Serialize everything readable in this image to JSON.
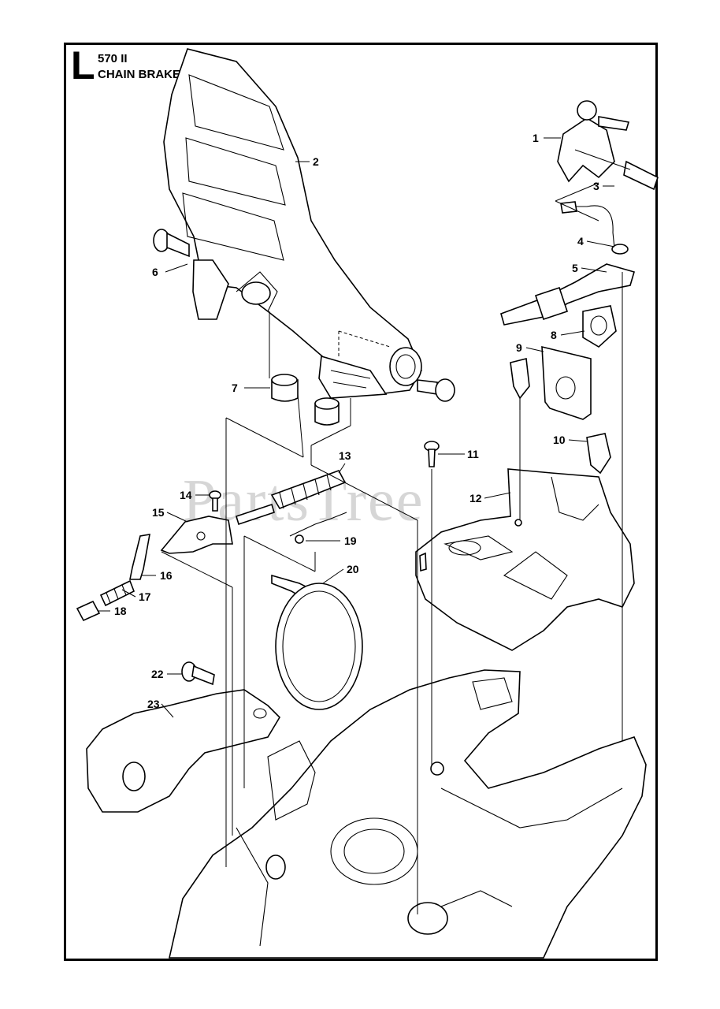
{
  "header": {
    "section_letter": "L",
    "model": "570 II",
    "title": "CHAIN BRAKE"
  },
  "watermark": "PartsTree",
  "callouts": [
    {
      "label": "1"
    },
    {
      "label": "2"
    },
    {
      "label": "3"
    },
    {
      "label": "4"
    },
    {
      "label": "5"
    },
    {
      "label": "6"
    },
    {
      "label": "7"
    },
    {
      "label": "8"
    },
    {
      "label": "9"
    },
    {
      "label": "10"
    },
    {
      "label": "11"
    },
    {
      "label": "12"
    },
    {
      "label": "13"
    },
    {
      "label": "14"
    },
    {
      "label": "15"
    },
    {
      "label": "16"
    },
    {
      "label": "17"
    },
    {
      "label": "18"
    },
    {
      "label": "19"
    },
    {
      "label": "20"
    },
    {
      "label": "22"
    },
    {
      "label": "23"
    }
  ],
  "colors": {
    "line": "#000000",
    "background": "#ffffff",
    "watermark": "#d6d6d6"
  }
}
